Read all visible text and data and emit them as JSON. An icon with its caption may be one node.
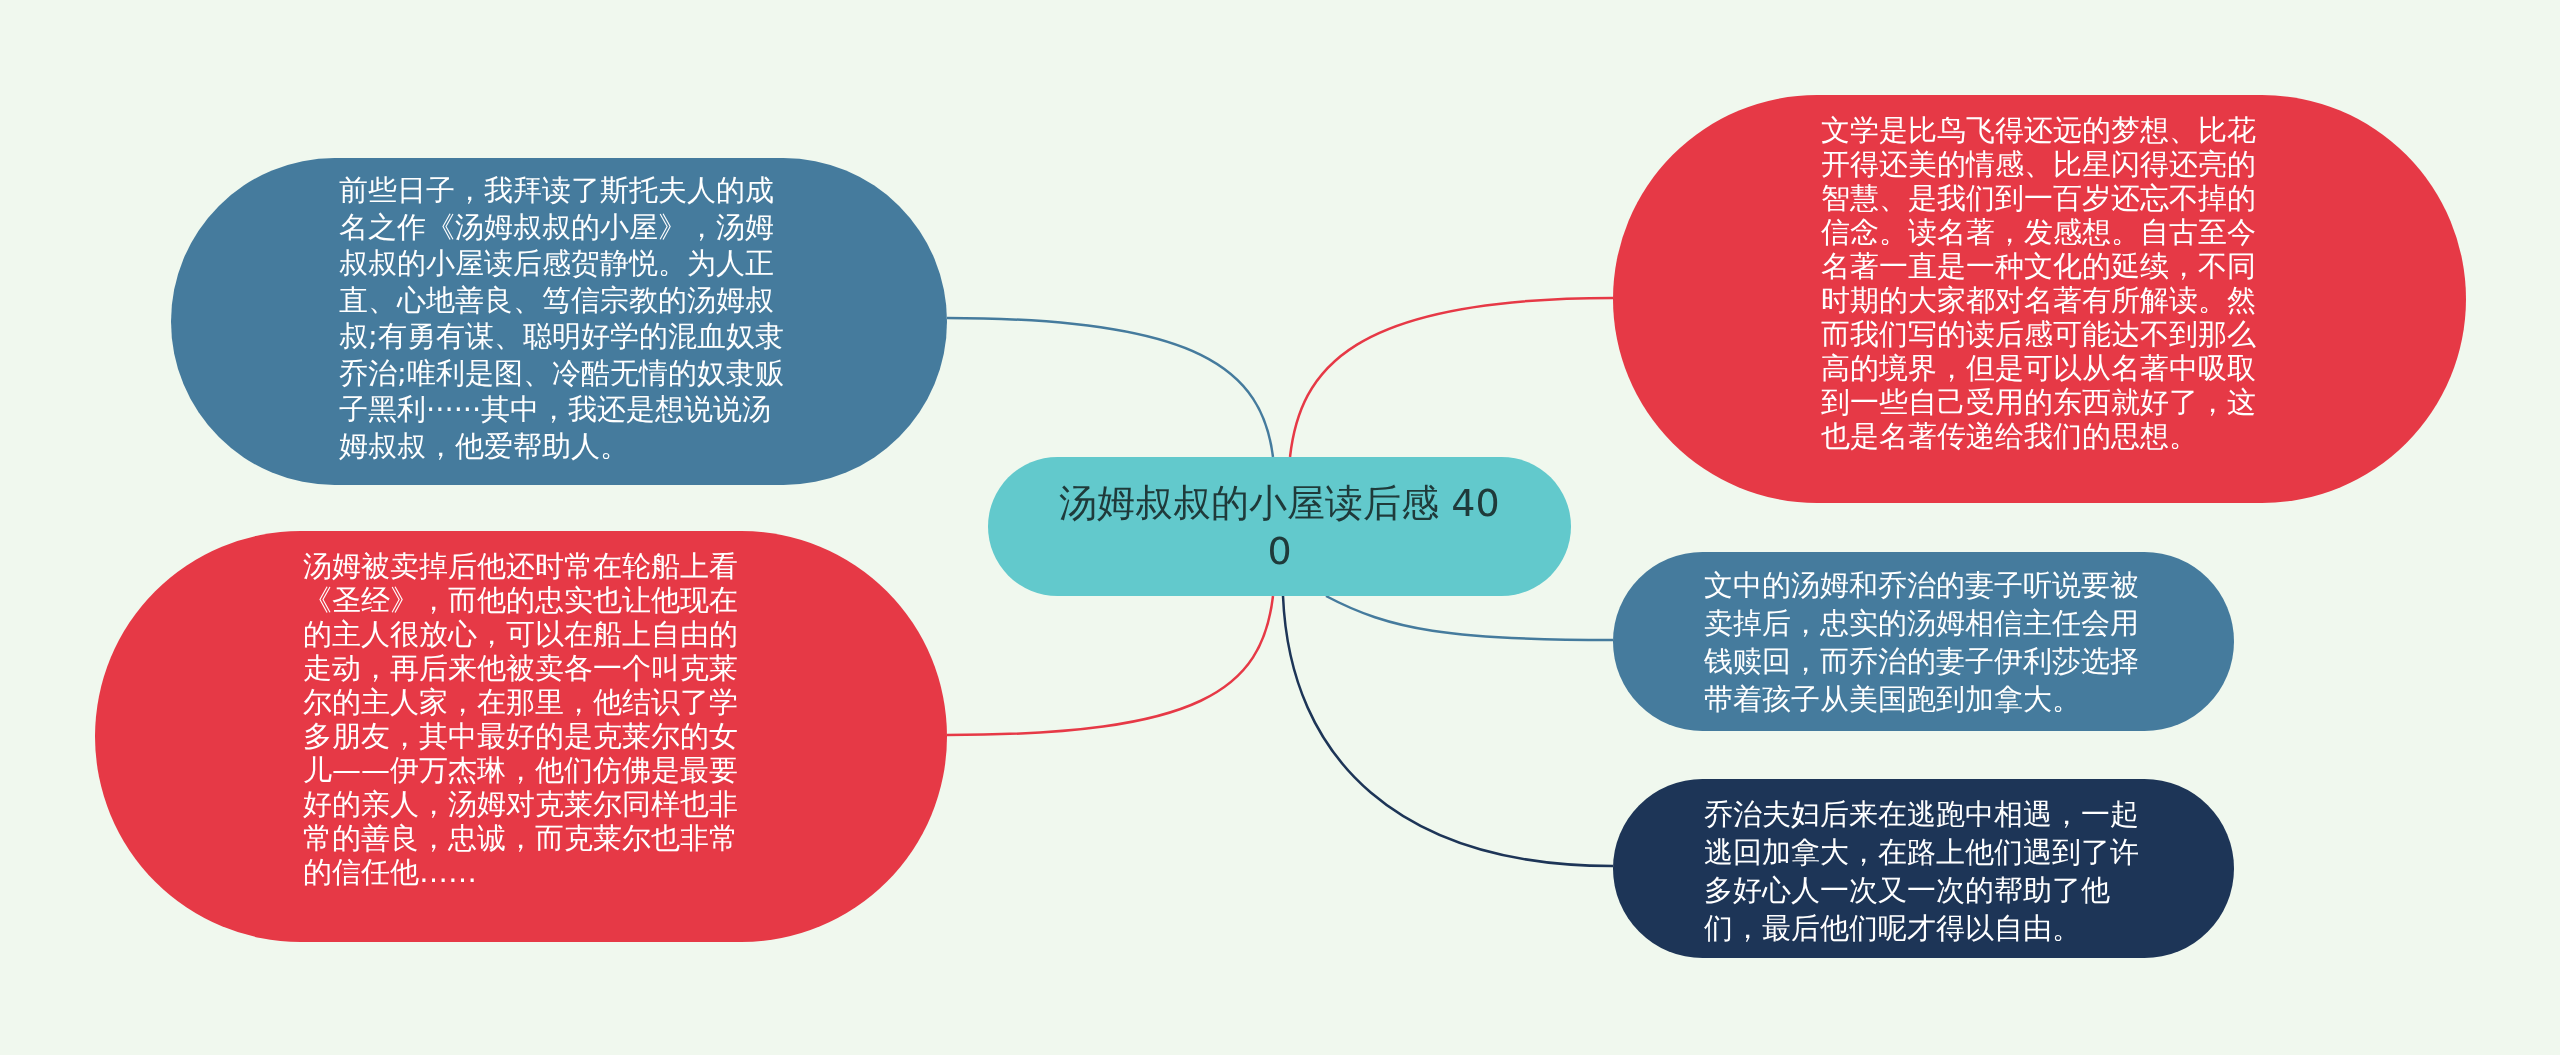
{
  "diagram": {
    "nodes": [
      {
        "text": [
          "汤姆叔叔的小屋读后感 400"
        ]
      },
      {
        "text": [
          "前些日子，我拜读了斯托夫人的成名之作《汤姆叔叔的小屋》，汤姆叔叔的小屋读后感贺静悦。为人正直、心地善良、笃信宗教的汤姆叔叔;有勇有谋、聪明好学的混血奴隶乔治;唯利是图、冷酷无情的奴隶贩子黑利······其中，我还是想说说汤姆叔叔，他爱帮助人。"
        ]
      },
      {
        "text": [
          "汤姆被卖掉后他还时常在轮船上看《圣经》，而他的忠实也让他现在的主人很放心，可以在船上自由的走动，再后来他被卖各一个叫克莱尔的主人家，在那里，他结识了学多朋友，其中最好的是克莱尔的女儿——伊万杰琳，他们仿佛是最要好的亲人，汤姆对克莱尔同样也非常的善良，忠诚，而克莱尔也非常的信任他……"
        ]
      },
      {
        "text": [
          "文学是比鸟飞得还远的梦想、比花开得还美的情感、比星闪得还亮的智慧、是我们到一百岁还忘不掉的信念。读名著，发感想。自古至今名著一直是一种文化的延续，不同时期的大家都对名著有所解读。然而我们写的读后感可能达不到那么高的境界，但是可以从名著中吸取到一些自己受用的东西就好了，这也是名著传递给我们的思想。"
        ]
      },
      {
        "text": [
          "文中的汤姆和乔治的妻子听说要被卖掉后，忠实的汤姆相信主任会用钱赎回，而乔治的妻子伊利莎选择带着孩子从美国跑到加拿大。"
        ]
      },
      {
        "text": [
          "乔治夫妇后来在逃跑中相遇，一起逃回加拿大，在路上他们遇到了许多好心人一次又一次的帮助了他们，最后他们呢才得以自由。"
        ]
      }
    ],
    "edges": [
      {
        "from": 0,
        "to": 1,
        "arrow": "none",
        "color": "#457b9d"
      },
      {
        "from": 0,
        "to": 2,
        "arrow": "none",
        "color": "#e63946"
      },
      {
        "from": 0,
        "to": 3,
        "arrow": "none",
        "color": "#e63946"
      },
      {
        "from": 0,
        "to": 4,
        "arrow": "none",
        "color": "#457b9d"
      },
      {
        "from": 0,
        "to": 5,
        "arrow": "none",
        "color": "#1d3557"
      }
    ]
  }
}
